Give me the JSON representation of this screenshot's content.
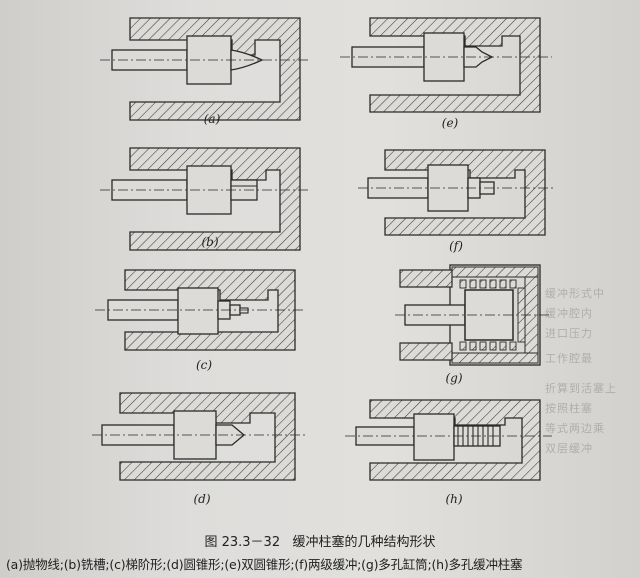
{
  "figure": {
    "number": "图 23.3－32",
    "title": "缓冲柱塞的几种结构形状",
    "legend": "(a)抛物线;(b)铣槽;(c)梯阶形;(d)圆锥形;(e)双圆锥形;(f)两级缓冲;(g)多孔缸筒;(h)多孔缓冲柱塞",
    "panel_labels": {
      "a": "(a)",
      "b": "(b)",
      "c": "(c)",
      "d": "(d)",
      "e": "(e)",
      "f": "(f)",
      "g": "(g)",
      "h": "(h)"
    }
  },
  "bleed_through": [
    "缓冲形式中",
    "缓冲腔内",
    "进口压力",
    "工作腔最",
    "折算到活塞上",
    "按照柱塞",
    "等式两边乘",
    "双层缓冲"
  ],
  "colors": {
    "ink": "#2a2a2a",
    "hatch": "#3a3a3a",
    "paper": "#dedddb"
  }
}
